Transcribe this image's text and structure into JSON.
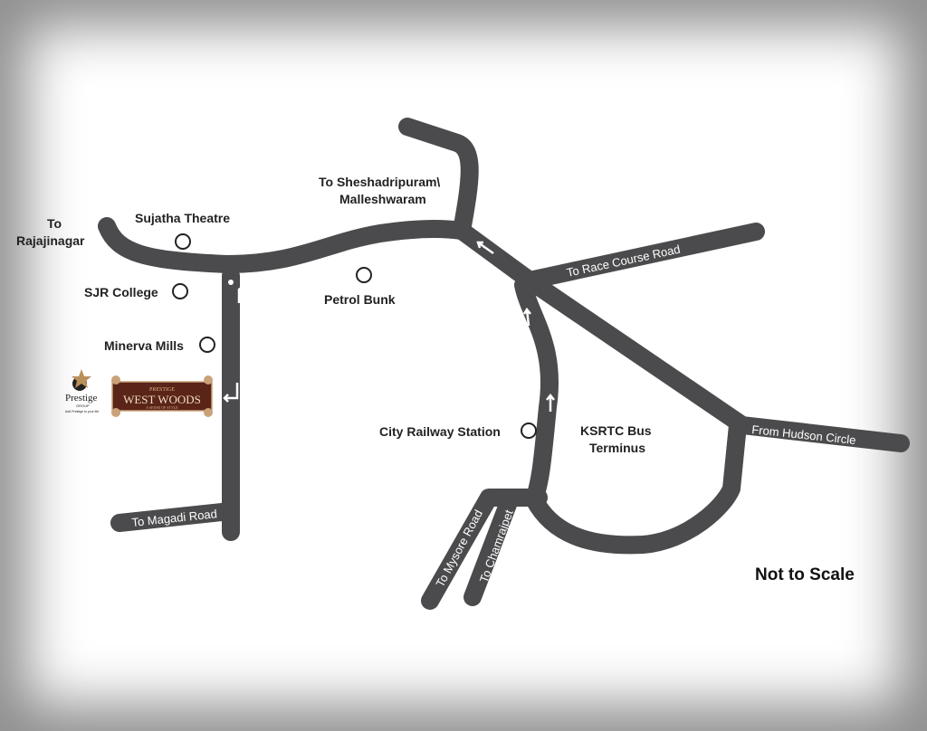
{
  "map": {
    "road_color": "#4b4b4d",
    "labels": {
      "rajajinagar": [
        "To",
        "Rajajinagar"
      ],
      "sheshadripuram": [
        "To Sheshadripuram\\",
        "Malleshwaram"
      ],
      "ksrtc": [
        "KSRTC Bus",
        "Terminus"
      ]
    },
    "poi": {
      "sujatha": "Sujatha Theatre",
      "sjr": "SJR College",
      "minerva": "Minerva Mills",
      "petrol": "Petrol Bunk",
      "railway": "City Railway Station"
    },
    "roads": {
      "race_course": "To Race Course Road",
      "hudson": "From Hudson Circle",
      "magadi": "To Magadi Road",
      "mysore": "To Mysore Road",
      "chamrajpet": "To Chamrajpet"
    },
    "not_to_scale": "Not to Scale",
    "logo": {
      "prestige": "Prestige",
      "group": "GROUP",
      "tagline": "Add Prestige to your life",
      "project_top": "PRESTIGE",
      "project": "WEST WOODS",
      "project_sub": "A SENSE OF STYLE"
    }
  }
}
